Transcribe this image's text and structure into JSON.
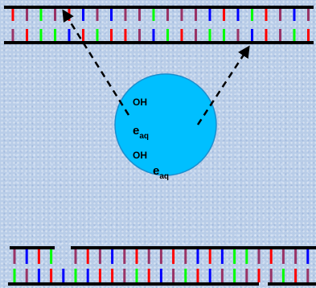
{
  "colors": {
    "background": "#b9cde8",
    "backbone": "#000000",
    "arrow": "#000000",
    "droplet_fill": "#00bfff",
    "droplet_stroke": "#1a8fd0",
    "base_palette": [
      "#ff0000",
      "#0000ff",
      "#00ff00",
      "#993366"
    ]
  },
  "top_dna": {
    "upper_bases": [
      "red",
      "purple",
      "green",
      "purple",
      "red",
      "blue",
      "purple",
      "blue",
      "purple",
      "purple",
      "green",
      "purple",
      "purple",
      "purple",
      "blue",
      "red",
      "blue",
      "green",
      "red",
      "purple",
      "blue",
      "purple"
    ],
    "lower_bases": [
      "purple",
      "red",
      "green",
      "green",
      "blue",
      "red",
      "green",
      "red",
      "red",
      "purple",
      "blue",
      "green",
      "red",
      "purple",
      "green",
      "green",
      "purple",
      "blue",
      "red",
      "purple",
      "green",
      "red"
    ]
  },
  "bottom_dna": {
    "upper_bases": [
      "purple",
      "blue",
      "red",
      "green",
      "red",
      "purple",
      "red",
      "purple",
      "blue",
      "purple",
      "red",
      "purple",
      "purple",
      "red",
      "purple",
      "blue",
      "red",
      "blue",
      "green",
      "green",
      "purple",
      "red",
      "purple",
      "purple",
      "blue"
    ],
    "lower_bases": [
      "green",
      "purple",
      "blue",
      "red",
      "blue",
      "green",
      "blue",
      "red",
      "red",
      "purple",
      "green",
      "red",
      "blue",
      "purple",
      "green",
      "red",
      "blue",
      "purple",
      "green",
      "purple",
      "red",
      "purple",
      "green",
      "red",
      "purple"
    ]
  },
  "droplet": {
    "labels": [
      {
        "base": "OH",
        "sub": ""
      },
      {
        "base": "e",
        "sub": "aq"
      },
      {
        "base": "OH",
        "sub": ""
      },
      {
        "base": "e",
        "sub": "aq"
      }
    ]
  },
  "arrows": [
    {
      "name": "arrow-to-top-left-strand"
    },
    {
      "name": "arrow-to-top-right-strand"
    }
  ]
}
